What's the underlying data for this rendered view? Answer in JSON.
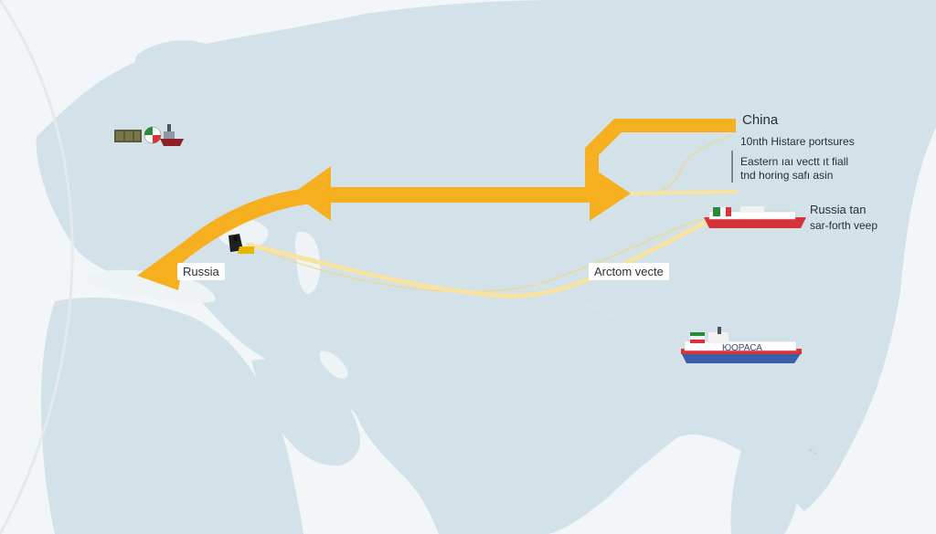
{
  "labels": {
    "china": "China",
    "note_line1": "10nth Histare portsures",
    "note_line2": "Eastern ıaı vectt ıt fiall",
    "note_line3": "tnd horing safı asin",
    "russia_tan": "Russia tan",
    "sar_forth": "sar-forth veep",
    "russia": "Russia",
    "arctom": "Arctom vecte",
    "ship_name": "ЮОРАСА"
  },
  "colors": {
    "water": "#f3f6f8",
    "land": "#d3e1e8",
    "route_main": "#f6b01f",
    "route_light": "#f8e3a0",
    "ship_red": "#d8333a",
    "ship_blue": "#3a5ea8"
  },
  "icons": {
    "cargo_ship_nw": "cargo-ship-icon",
    "oil_rig": "oil-rig-icon",
    "ship_east": "ship-icon",
    "ship_south": "ship-icon"
  }
}
